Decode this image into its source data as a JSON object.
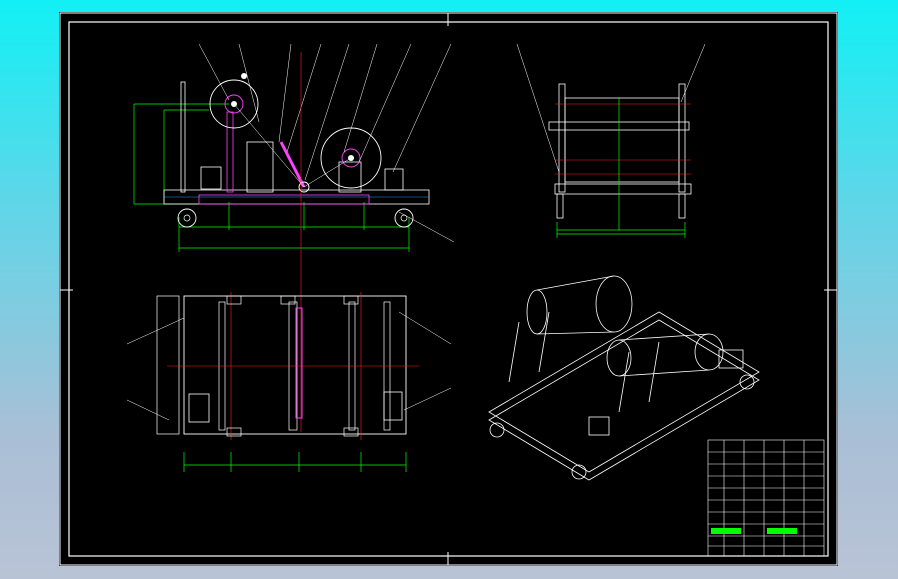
{
  "drawing": {
    "title_block": {
      "cells": [
        "",
        "",
        "",
        "",
        "",
        ""
      ]
    },
    "notes": [
      "",
      "",
      "",
      "",
      "",
      "",
      "",
      ""
    ]
  },
  "colors": {
    "background_top": "#12f0f5",
    "background_bottom": "#b9c3d6",
    "sheet": "#000000",
    "frame": "#ffffff",
    "dimension": "#00ff00",
    "centerline": "#ff2020",
    "part_outline": "#ffffff",
    "highlight": "#ff40ff",
    "annotation": "#3399ff"
  },
  "views": {
    "front_view": "front-elevation",
    "side_view": "side-elevation",
    "top_view": "plan-view",
    "isometric_view": "isometric-3d"
  }
}
